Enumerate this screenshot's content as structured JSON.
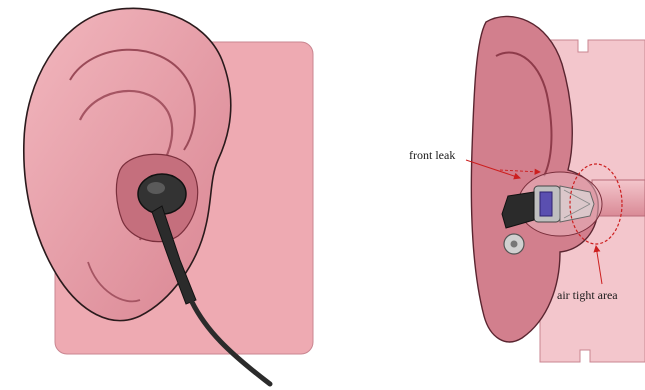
{
  "callouts": {
    "front_leak": "front leak",
    "air_tight_area": "air tight area"
  },
  "colors": {
    "skin": "#e9a5ad",
    "skin_shade": "#c46f7c",
    "skin_dark": "#8a3f4c",
    "earphone": "#2b2b2b",
    "arrow": "#cc1f1f"
  },
  "icons": {
    "left_panel": "ear-with-earphone-illustration",
    "right_panel": "ear-canal-cross-section-illustration"
  }
}
